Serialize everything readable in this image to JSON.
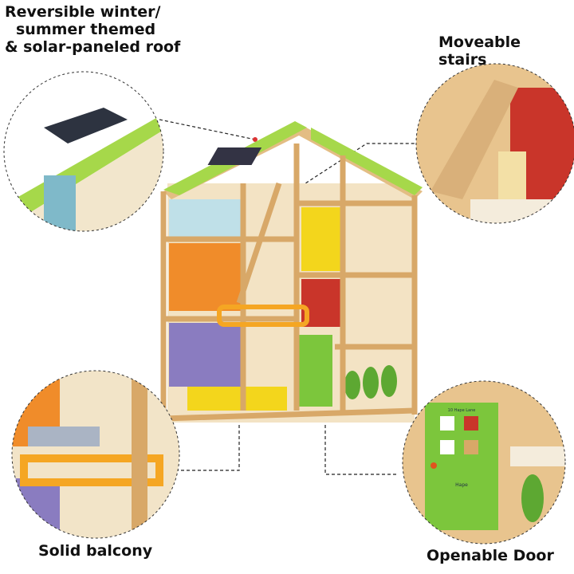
{
  "callouts": {
    "roof": "Reversible winter/ summer themed & solar-paneled roof",
    "roof_lines": [
      "Reversible winter/",
      "summer themed",
      "& solar-paneled roof"
    ],
    "stairs": "Moveable stairs",
    "balcony": "Solid balcony",
    "door": "Openable Door"
  },
  "door_detail": {
    "address": "10 Hape Lane",
    "brand": "Hape"
  },
  "colors": {
    "wood": "#e8c48e",
    "roof_green": "#a6d84a",
    "door_green": "#7cc63c",
    "orange": "#f08c2a",
    "purple": "#8a7cc0",
    "yellow": "#f3d61c",
    "red": "#c9352a"
  }
}
